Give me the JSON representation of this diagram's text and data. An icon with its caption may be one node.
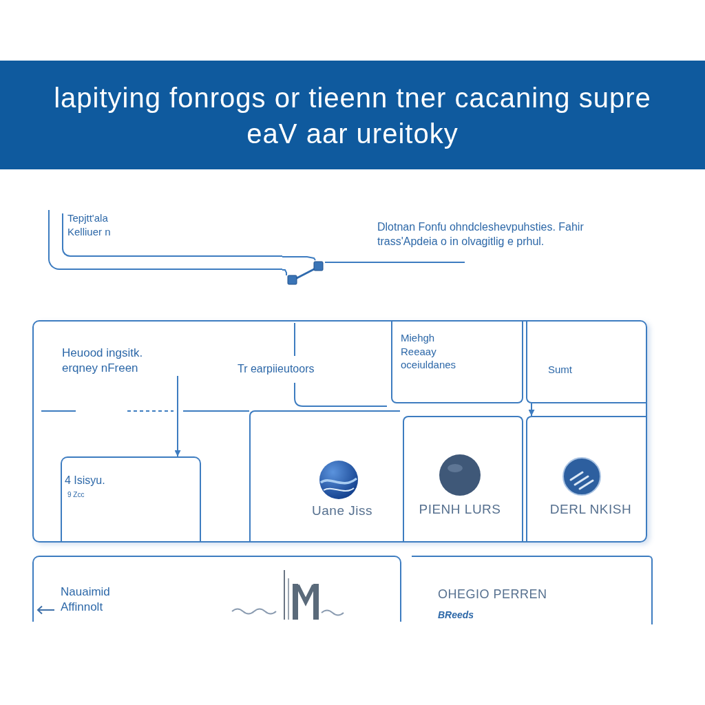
{
  "diagram": {
    "title": "lapitying fonrogs or tieenn tner cacaning supre eaV aar ureitoky",
    "nodes": [
      {
        "text": [
          "Tepjtt'ala Kelliuer n"
        ]
      },
      {
        "text": [],
        "shape": "box"
      },
      {
        "text": [
          "Dlotnan Fonfu ohndcleshevpuhsties. Fahir trass'Apdeia o in olvagitlig e prhul."
        ]
      },
      {
        "text": [],
        "shape": "box"
      },
      {
        "text": [
          "Heuood ingsitk. erqney nFreen"
        ],
        "in": 3
      },
      {
        "text": [
          "Tr earpiieutoors"
        ],
        "in": 3
      },
      {
        "text": [
          "Miehgh Reeaay oceiuldanes"
        ],
        "in": 3
      },
      {
        "text": [
          "Sumt"
        ],
        "in": 3
      },
      {
        "text": [
          "4 Isisyu.",
          "9 Zcc"
        ],
        "in": 3
      },
      {
        "text": [
          "Uane Jiss"
        ],
        "in": 3
      },
      {
        "text": [
          "PIENH LURS"
        ],
        "in": 3
      },
      {
        "text": [
          "DERL NKISH"
        ],
        "in": 3
      },
      {
        "text": [
          "Nauaimid Affinnolt"
        ]
      },
      {
        "text": [
          "OHEGIO PERREN",
          "BReeds"
        ]
      }
    ],
    "edges": [
      {
        "from": 0,
        "to": 1,
        "arrow": "none"
      },
      {
        "from": 0,
        "to": 1,
        "arrow": "none"
      },
      {
        "from": 1,
        "to": 2,
        "arrow": "none"
      },
      {
        "from": 4,
        "to": 8,
        "arrow": "to"
      },
      {
        "from": 7,
        "to": 11,
        "arrow": "to"
      }
    ]
  }
}
